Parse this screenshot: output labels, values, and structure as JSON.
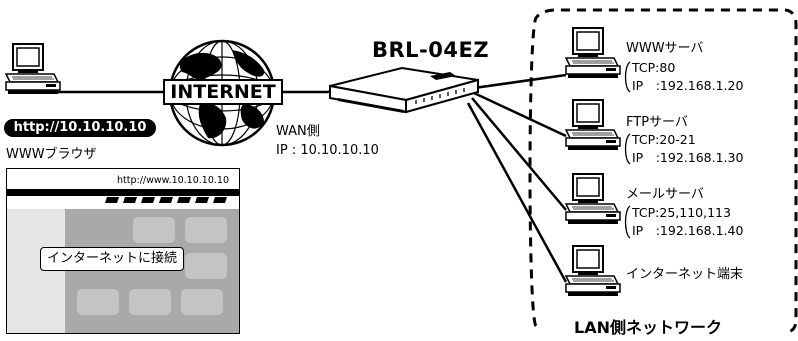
{
  "client": {
    "url": "http://10.10.10.10",
    "browser_caption": "WWWブラウザ",
    "browser_address": "http://www.10.10.10.10",
    "browser_callout": "インターネットに接続"
  },
  "internet": {
    "label": "INTERNET"
  },
  "wan": {
    "side_label": "WAN側",
    "ip_label": "IP : 10.10.10.10"
  },
  "router": {
    "model": "BRL-04EZ"
  },
  "lan": {
    "title": "LAN側ネットワーク",
    "servers": [
      {
        "name": "WWWサーバ",
        "tcp": "TCP:80",
        "ip": "IP　:192.168.1.20"
      },
      {
        "name": "FTPサーバ",
        "tcp": "TCP:20-21",
        "ip": "IP　:192.168.1.30"
      },
      {
        "name": "メールサーバ",
        "tcp": "TCP:25,110,113",
        "ip": "IP　:192.168.1.40"
      },
      {
        "name": "インターネット端末"
      }
    ]
  }
}
